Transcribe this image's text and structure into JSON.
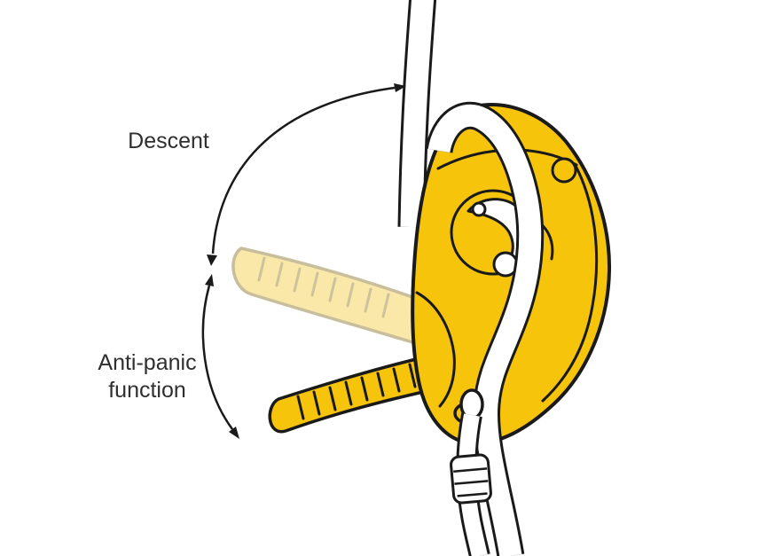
{
  "labels": {
    "descent": "Descent",
    "anti_panic_line1": "Anti-panic",
    "anti_panic_line2": "function"
  },
  "colors": {
    "device_yellow": "#F6C50B",
    "ghost_handle_fill": "#FAE8A8",
    "ghost_handle_stroke": "#C8BE9C",
    "outline": "#1A1A1A",
    "label_text": "#2F2F2F",
    "background": "#FFFFFF"
  },
  "icons": {
    "descent_arrow": "curved-arc-double-headed-arrow",
    "anti_panic_arrow": "curved-arc-double-headed-arrow"
  }
}
